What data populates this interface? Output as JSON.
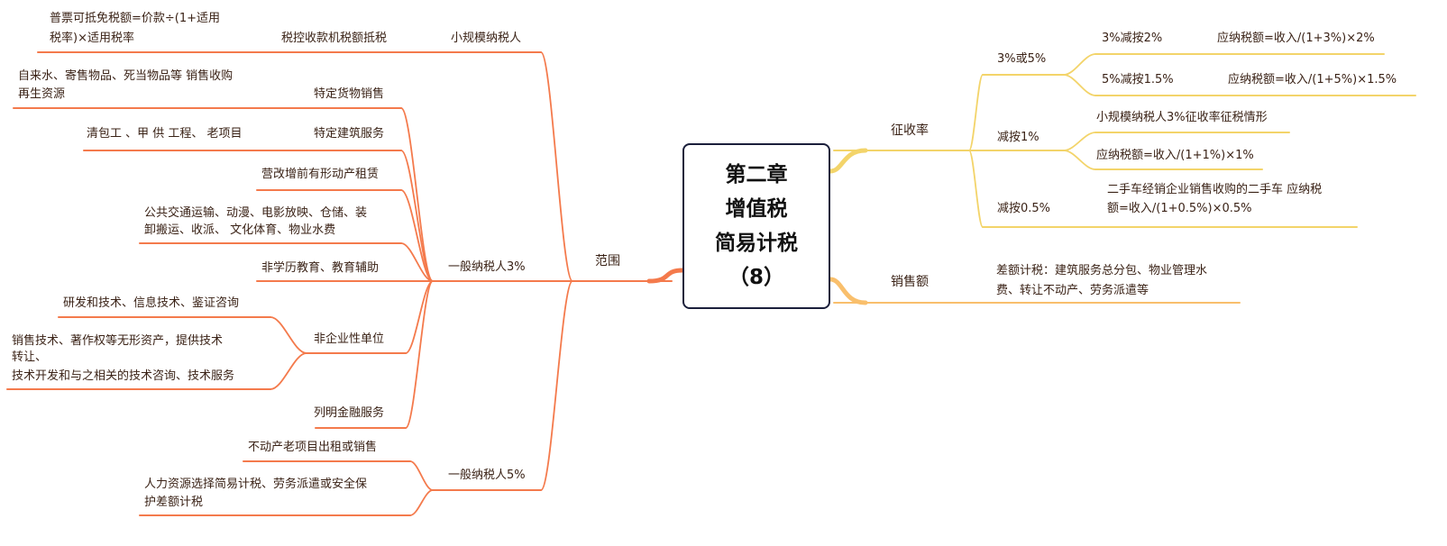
{
  "root": {
    "line1": "第二章",
    "line2": "增值税",
    "line3": "简易计税",
    "line4": "（8）"
  },
  "colors": {
    "left_branch": "#f47a4c",
    "right_branch": "#f3d46a",
    "sales_branch": "#f9bf6c",
    "root_border": "#1b1f3b",
    "text": "#3a2216"
  },
  "left": {
    "label": "范围",
    "small_scale": {
      "label": "小规模纳税人",
      "child": "税控收款机税额抵税",
      "leaf": [
        "普票可抵免税额=价款÷(1+适用",
        "税率)×适用税率"
      ]
    },
    "general3": {
      "label": "一般纳税人3%",
      "items": [
        {
          "label": "特定货物销售",
          "leaf": [
            "自来水、寄售物品、死当物品等  销售收购",
            "再生资源"
          ]
        },
        {
          "label": "特定建筑服务",
          "leaf": [
            "清包工  、甲  供  工程、  老项目"
          ]
        },
        {
          "label": "营改增前有形动产租赁"
        },
        {
          "label": [
            "公共交通运输、动漫、电影放映、仓储、装",
            "卸搬运、收派、  文化体育、物业水费"
          ]
        },
        {
          "label": "非学历教育、教育辅助"
        },
        {
          "label": "非企业性单位",
          "leaves": [
            [
              "研发和技术、信息技术、鉴证咨询"
            ],
            [
              " 销售技术、著作权等无形资产，提供技术",
              "转让、",
              "技术开发和与之相关的技术咨询、技术服务"
            ]
          ]
        },
        {
          "label": "列明金融服务"
        }
      ]
    },
    "general5": {
      "label": "一般纳税人5%",
      "items": [
        {
          "label": "不动产老项目出租或销售"
        },
        {
          "label": [
            "人力资源选择简易计税、劳务派遣或安全保",
            "护差额计税"
          ]
        }
      ]
    }
  },
  "right": {
    "rate": {
      "label": "征收率",
      "items": [
        {
          "label": "3%或5%",
          "children": [
            {
              "label": "3%减按2%",
              "leaf": "应纳税额=收入/(1+3%)×2%"
            },
            {
              "label": "5%减按1.5%",
              "leaf": "应纳税额=收入/(1+5%)×1.5%"
            }
          ]
        },
        {
          "label": "减按1%",
          "children": [
            {
              "label": "小规模纳税人3%征收率征税情形"
            },
            {
              "label": "应纳税额=收入/(1+1%)×1%"
            }
          ]
        },
        {
          "label": "减按0.5%",
          "leaf": [
            "二手车经销企业销售收购的二手车   应纳税",
            "额=收入/(1+0.5%)×0.5%"
          ]
        }
      ]
    },
    "sales": {
      "label": "销售额",
      "leaf": [
        "差额计税：建筑服务总分包、物业管理水",
        "费、转让不动产、劳务派遣等"
      ]
    }
  }
}
